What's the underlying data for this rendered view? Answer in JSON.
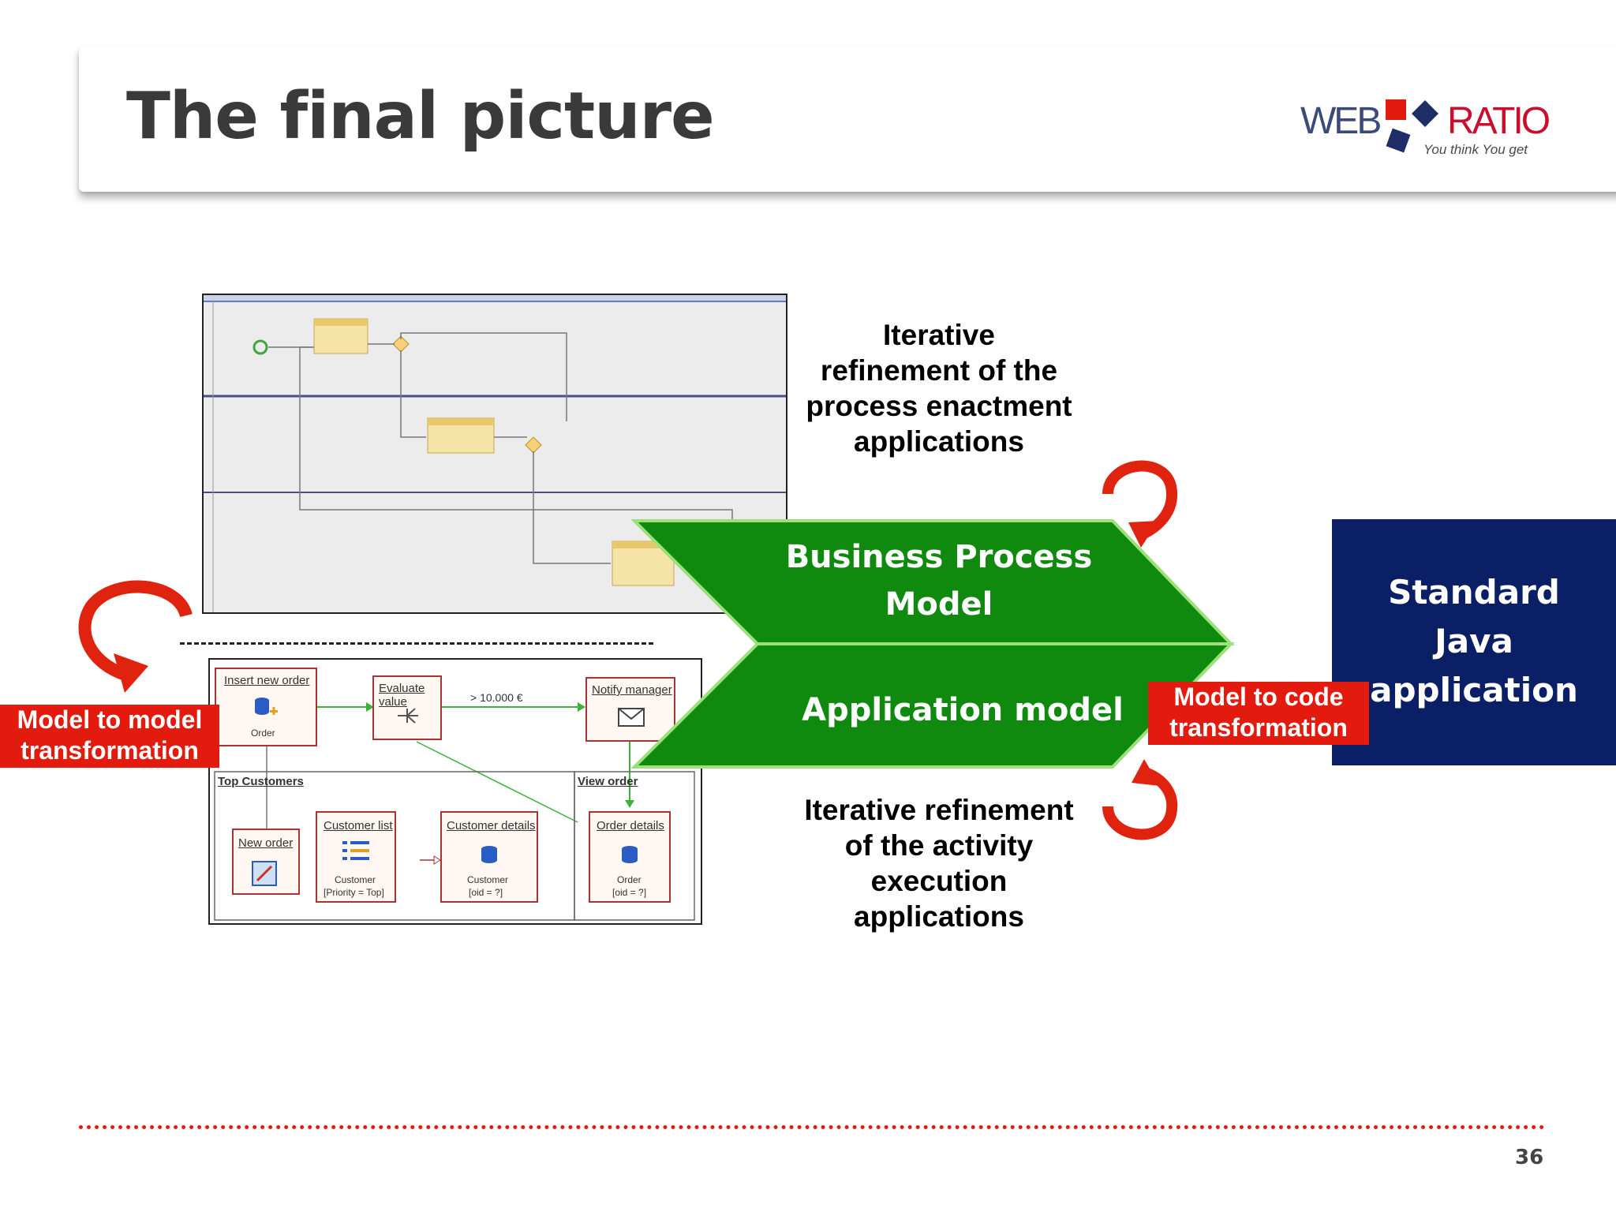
{
  "slide": {
    "title": "The final picture",
    "page_number": "36"
  },
  "logo": {
    "left_text": "WEB",
    "right_text": "RATIO",
    "tagline": "You think You get"
  },
  "callouts": {
    "top": [
      "Iterative",
      "refinement of the",
      "process enactment",
      "applications"
    ],
    "bottom": [
      "Iterative refinement",
      "of the activity",
      "execution",
      "applications"
    ]
  },
  "chevrons": {
    "business_process_model": [
      "Business Process",
      "Model"
    ],
    "application_model": "Application model"
  },
  "java_box": [
    "Standard",
    "Java",
    "application"
  ],
  "labels": {
    "model_to_model": [
      "Model to model",
      "transformation"
    ],
    "model_to_code": [
      "Model to code",
      "transformation"
    ]
  },
  "webml_diagram": {
    "units": {
      "insert_new_order": "Insert new order",
      "insert_entity": "Order",
      "evaluate_value": "Evaluate value",
      "condition": "> 10.000 €",
      "notify_manager": "Notify manager",
      "top_customers": "Top Customers",
      "view_order": "View order",
      "new_order": "New order",
      "customer_list": "Customer list",
      "customer_list_entity": "Customer",
      "customer_list_selector": "[Priority = Top]",
      "customer_details": "Customer details",
      "customer_details_entity": "Customer",
      "customer_details_selector": "[oid = ?]",
      "order_details": "Order details",
      "order_details_entity": "Order",
      "order_details_selector": "[oid = ?]"
    }
  },
  "colors": {
    "chevron_green": "#0f8a0f",
    "chevron_border": "#9be07a",
    "java_navy": "#0b1f66",
    "label_red": "#e31b0f",
    "arrow_red": "#e0230f"
  }
}
